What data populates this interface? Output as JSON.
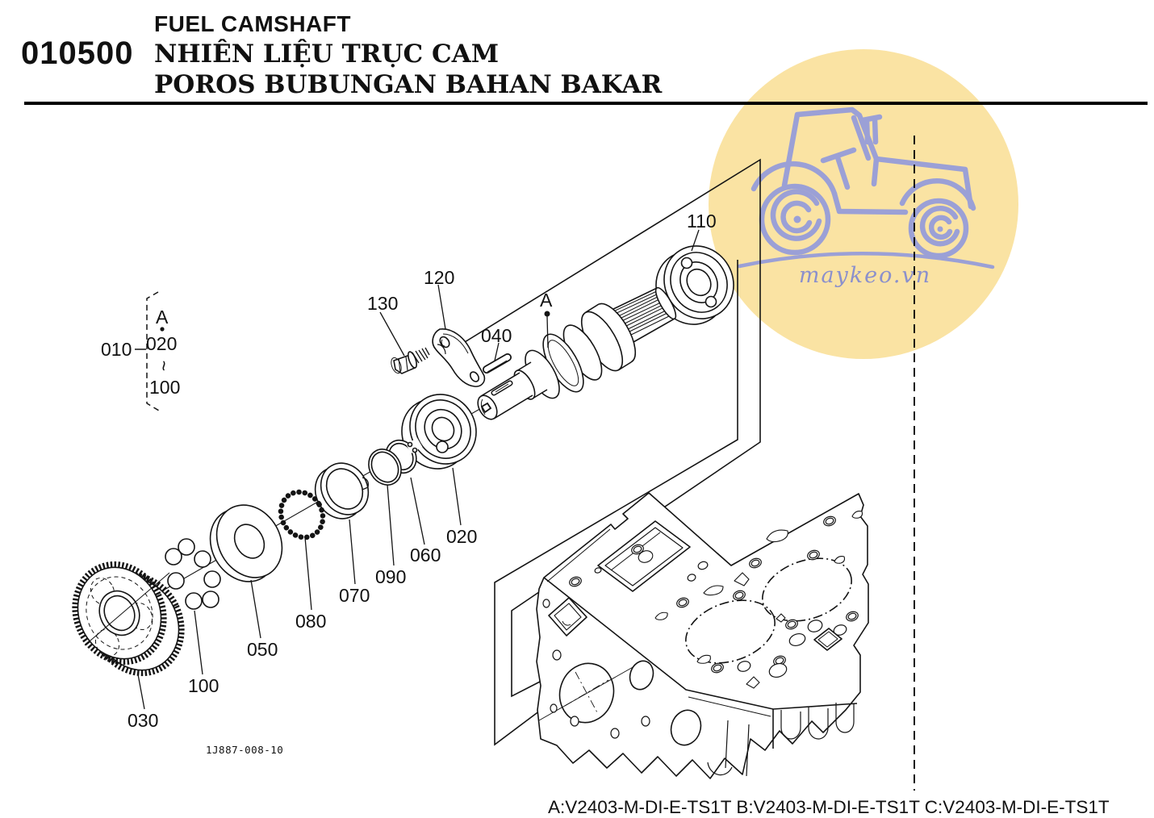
{
  "header": {
    "section_code": "010500",
    "title_en": "FUEL CAMSHAFT",
    "title_vi": "NHIÊN LIỆU TRỤC CAM",
    "title_id": "POROS BUBUNGAN BAHAN BAKAR"
  },
  "diagram": {
    "drawing_number": "1J887-008-10",
    "view_marker": "A",
    "ref_bracket": {
      "label": "010",
      "view": "A",
      "from": "020",
      "tilde": "~",
      "to": "100"
    },
    "part_labels": [
      {
        "ref": "110"
      },
      {
        "ref": "120"
      },
      {
        "ref": "130"
      },
      {
        "ref": "040"
      },
      {
        "ref": "020"
      },
      {
        "ref": "060"
      },
      {
        "ref": "090"
      },
      {
        "ref": "070"
      },
      {
        "ref": "080"
      },
      {
        "ref": "050"
      },
      {
        "ref": "100"
      },
      {
        "ref": "030"
      }
    ]
  },
  "watermark": {
    "text": "maykeo.vn",
    "circle_color": "#FAE3A3",
    "line_color": "#9BA0D6"
  },
  "footer": {
    "models": "A:V2403-M-DI-E-TS1T B:V2403-M-DI-E-TS1T C:V2403-M-DI-E-TS1T"
  }
}
